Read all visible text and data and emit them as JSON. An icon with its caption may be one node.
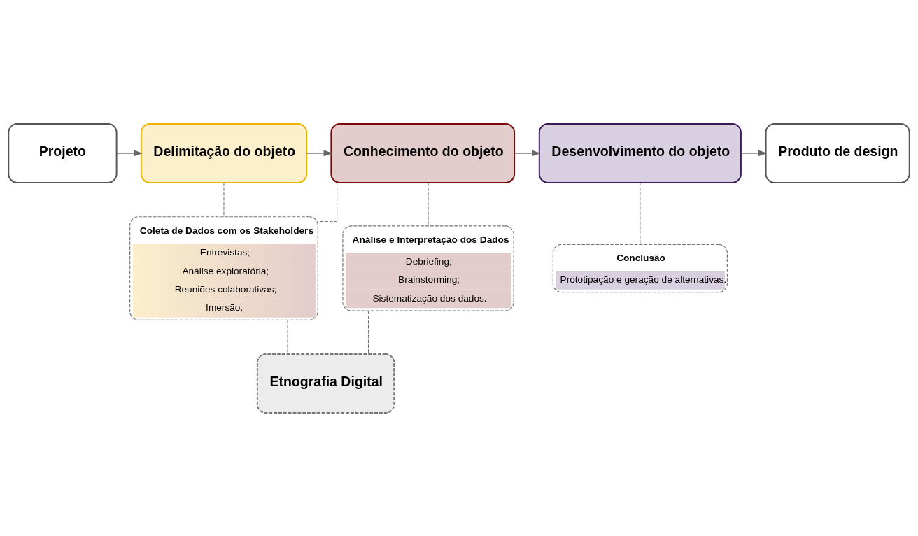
{
  "diagram": {
    "nodes": [
      {
        "text": [
          "Projeto"
        ]
      },
      {
        "text": [
          "Delimitação do objeto"
        ]
      },
      {
        "text": [
          "Conhecimento do objeto"
        ]
      },
      {
        "text": [
          "Desenvolvimento do objeto"
        ]
      },
      {
        "text": [
          "Produto de design"
        ]
      },
      {
        "text": [
          "Coleta de Dados com os Stakeholders",
          "Entrevistas;",
          "Análise exploratória;",
          "Reuniões colaborativas;",
          "Imersão."
        ]
      },
      {
        "text": [
          "Análise e Interpretação dos Dados",
          "Debriefing;",
          "Brainstorming;",
          "Sistematização dos dados."
        ]
      },
      {
        "text": [
          "Conclusão",
          "Prototipação e geração de alternativas."
        ]
      },
      {
        "text": [
          "Etnografia Digital"
        ]
      }
    ],
    "edges": [
      {
        "from": 0,
        "to": 1,
        "arrow": "to"
      },
      {
        "from": 1,
        "to": 2,
        "arrow": "to"
      },
      {
        "from": 2,
        "to": 3,
        "arrow": "to"
      },
      {
        "from": 3,
        "to": 4,
        "arrow": "to"
      },
      {
        "from": 1,
        "to": 5,
        "arrow": "none",
        "style": "dashed"
      },
      {
        "from": 2,
        "to": 5,
        "arrow": "none",
        "style": "dashed"
      },
      {
        "from": 2,
        "to": 6,
        "arrow": "none",
        "style": "dashed"
      },
      {
        "from": 3,
        "to": 7,
        "arrow": "none",
        "style": "dashed"
      },
      {
        "from": 5,
        "to": 8,
        "arrow": "none",
        "style": "dashed"
      },
      {
        "from": 6,
        "to": 8,
        "arrow": "none",
        "style": "dashed"
      }
    ]
  }
}
